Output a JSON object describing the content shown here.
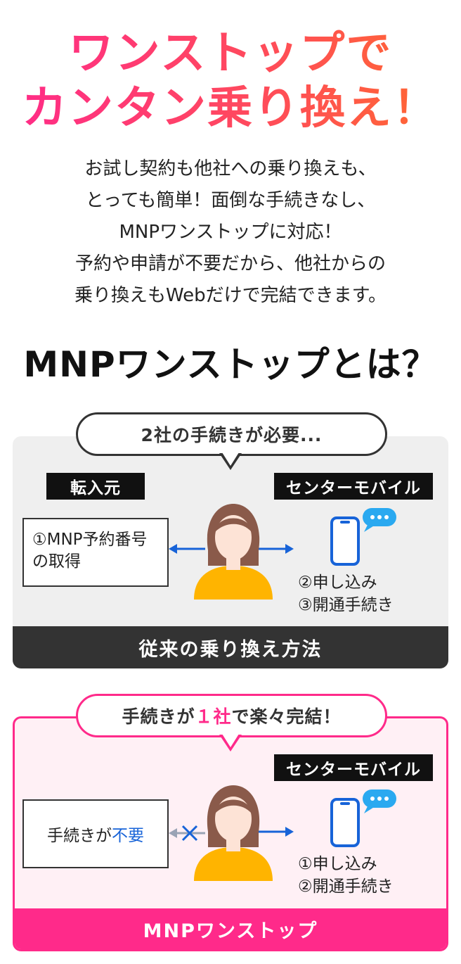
{
  "hero": {
    "line1": "ワンストップで",
    "line2": "カンタン乗り換え！"
  },
  "intro_lines": [
    "お試し契約も他社への乗り換えも、",
    "とっても簡単！面倒な手続きなし、",
    "MNPワンストップに対応！",
    "予約や申請が不要だから、他社からの",
    "乗り換えもWebだけで完結できます。"
  ],
  "section_title": "MNPワンストップとは？",
  "traditional": {
    "bubble": "2社の手続きが必要...",
    "source_label": "転入元",
    "carrier_label": "センターモバイル",
    "source_task": [
      "①MNP予約番号",
      "の取得"
    ],
    "steps": [
      "②申し込み",
      "③開通手続き"
    ],
    "footer": "従来の乗り換え方法"
  },
  "onestop": {
    "bubble_pre": "手続きが",
    "bubble_accent": "１社",
    "bubble_post": "で楽々完結！",
    "carrier_label": "センターモバイル",
    "source_task_pre": "手続きが",
    "source_task_accent": "不要",
    "steps": [
      "①申し込み",
      "②開通手続き"
    ],
    "footer": "MNPワンストップ"
  },
  "icons": {
    "person": "person-icon",
    "phone": "smartphone-icon",
    "chat": "chat-bubble-icon",
    "arrow": "arrow-icon",
    "cross": "cross-icon"
  },
  "colors": {
    "pink": "#ff2a8a",
    "orange": "#ff6b2d",
    "blue": "#1763d8",
    "chat_blue": "#2aa9f0",
    "person_shirt": "#ffb400",
    "person_hair": "#8a5a4a",
    "person_skin": "#fde3d6"
  }
}
